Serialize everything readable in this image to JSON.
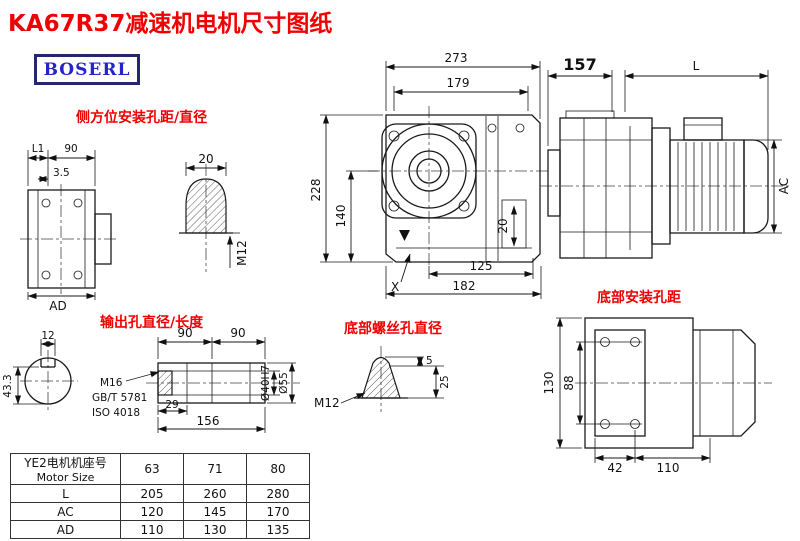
{
  "header": {
    "title": "KA67R37减速机电机尺寸图纸",
    "logo": "BOSERL"
  },
  "labels": {
    "side_mount": "侧方位安装孔距/直径",
    "output_hole": "输出孔直径/长度",
    "bottom_screw": "底部螺丝孔直径",
    "bottom_mount": "底部安装孔距"
  },
  "front_view": {
    "w273": "273",
    "w179": "179",
    "h228": "228",
    "h140": "140",
    "v20": "20",
    "w125": "125",
    "w182": "182",
    "x_mark": "X"
  },
  "side_view": {
    "d157": "157",
    "dL": "L",
    "dAC": "AC"
  },
  "side_mount_view": {
    "L1": "L1",
    "n90": "90",
    "t35": "3.5",
    "AD": "AD",
    "n20": "20",
    "M12": "M12"
  },
  "output_view": {
    "n90a": "90",
    "n90b": "90",
    "M16": "M16",
    "gbt": "GB/T 5781",
    "iso": "ISO 4018",
    "n29": "29",
    "n156": "156",
    "d40": "Ø40H7",
    "d55": "Ø55",
    "n12": "12",
    "n433": "43.3"
  },
  "bottom_screw_view": {
    "M12": "M12",
    "n5": "5",
    "n25": "25"
  },
  "bottom_mount_view": {
    "h130": "130",
    "h88": "88",
    "w42": "42",
    "w110": "110"
  },
  "table": {
    "header": {
      "cn": "YE2电机机座号",
      "en": "Motor Size",
      "sizes": [
        "63",
        "71",
        "80"
      ]
    },
    "rows": [
      {
        "label": "L",
        "values": [
          "205",
          "260",
          "280"
        ]
      },
      {
        "label": "AC",
        "values": [
          "120",
          "145",
          "170"
        ]
      },
      {
        "label": "AD",
        "values": [
          "110",
          "130",
          "135"
        ]
      }
    ]
  },
  "colors": {
    "accent_red": "#f00000",
    "logo_text": "#2424c8",
    "logo_border": "#26266e",
    "line": "#1a1a1a"
  }
}
